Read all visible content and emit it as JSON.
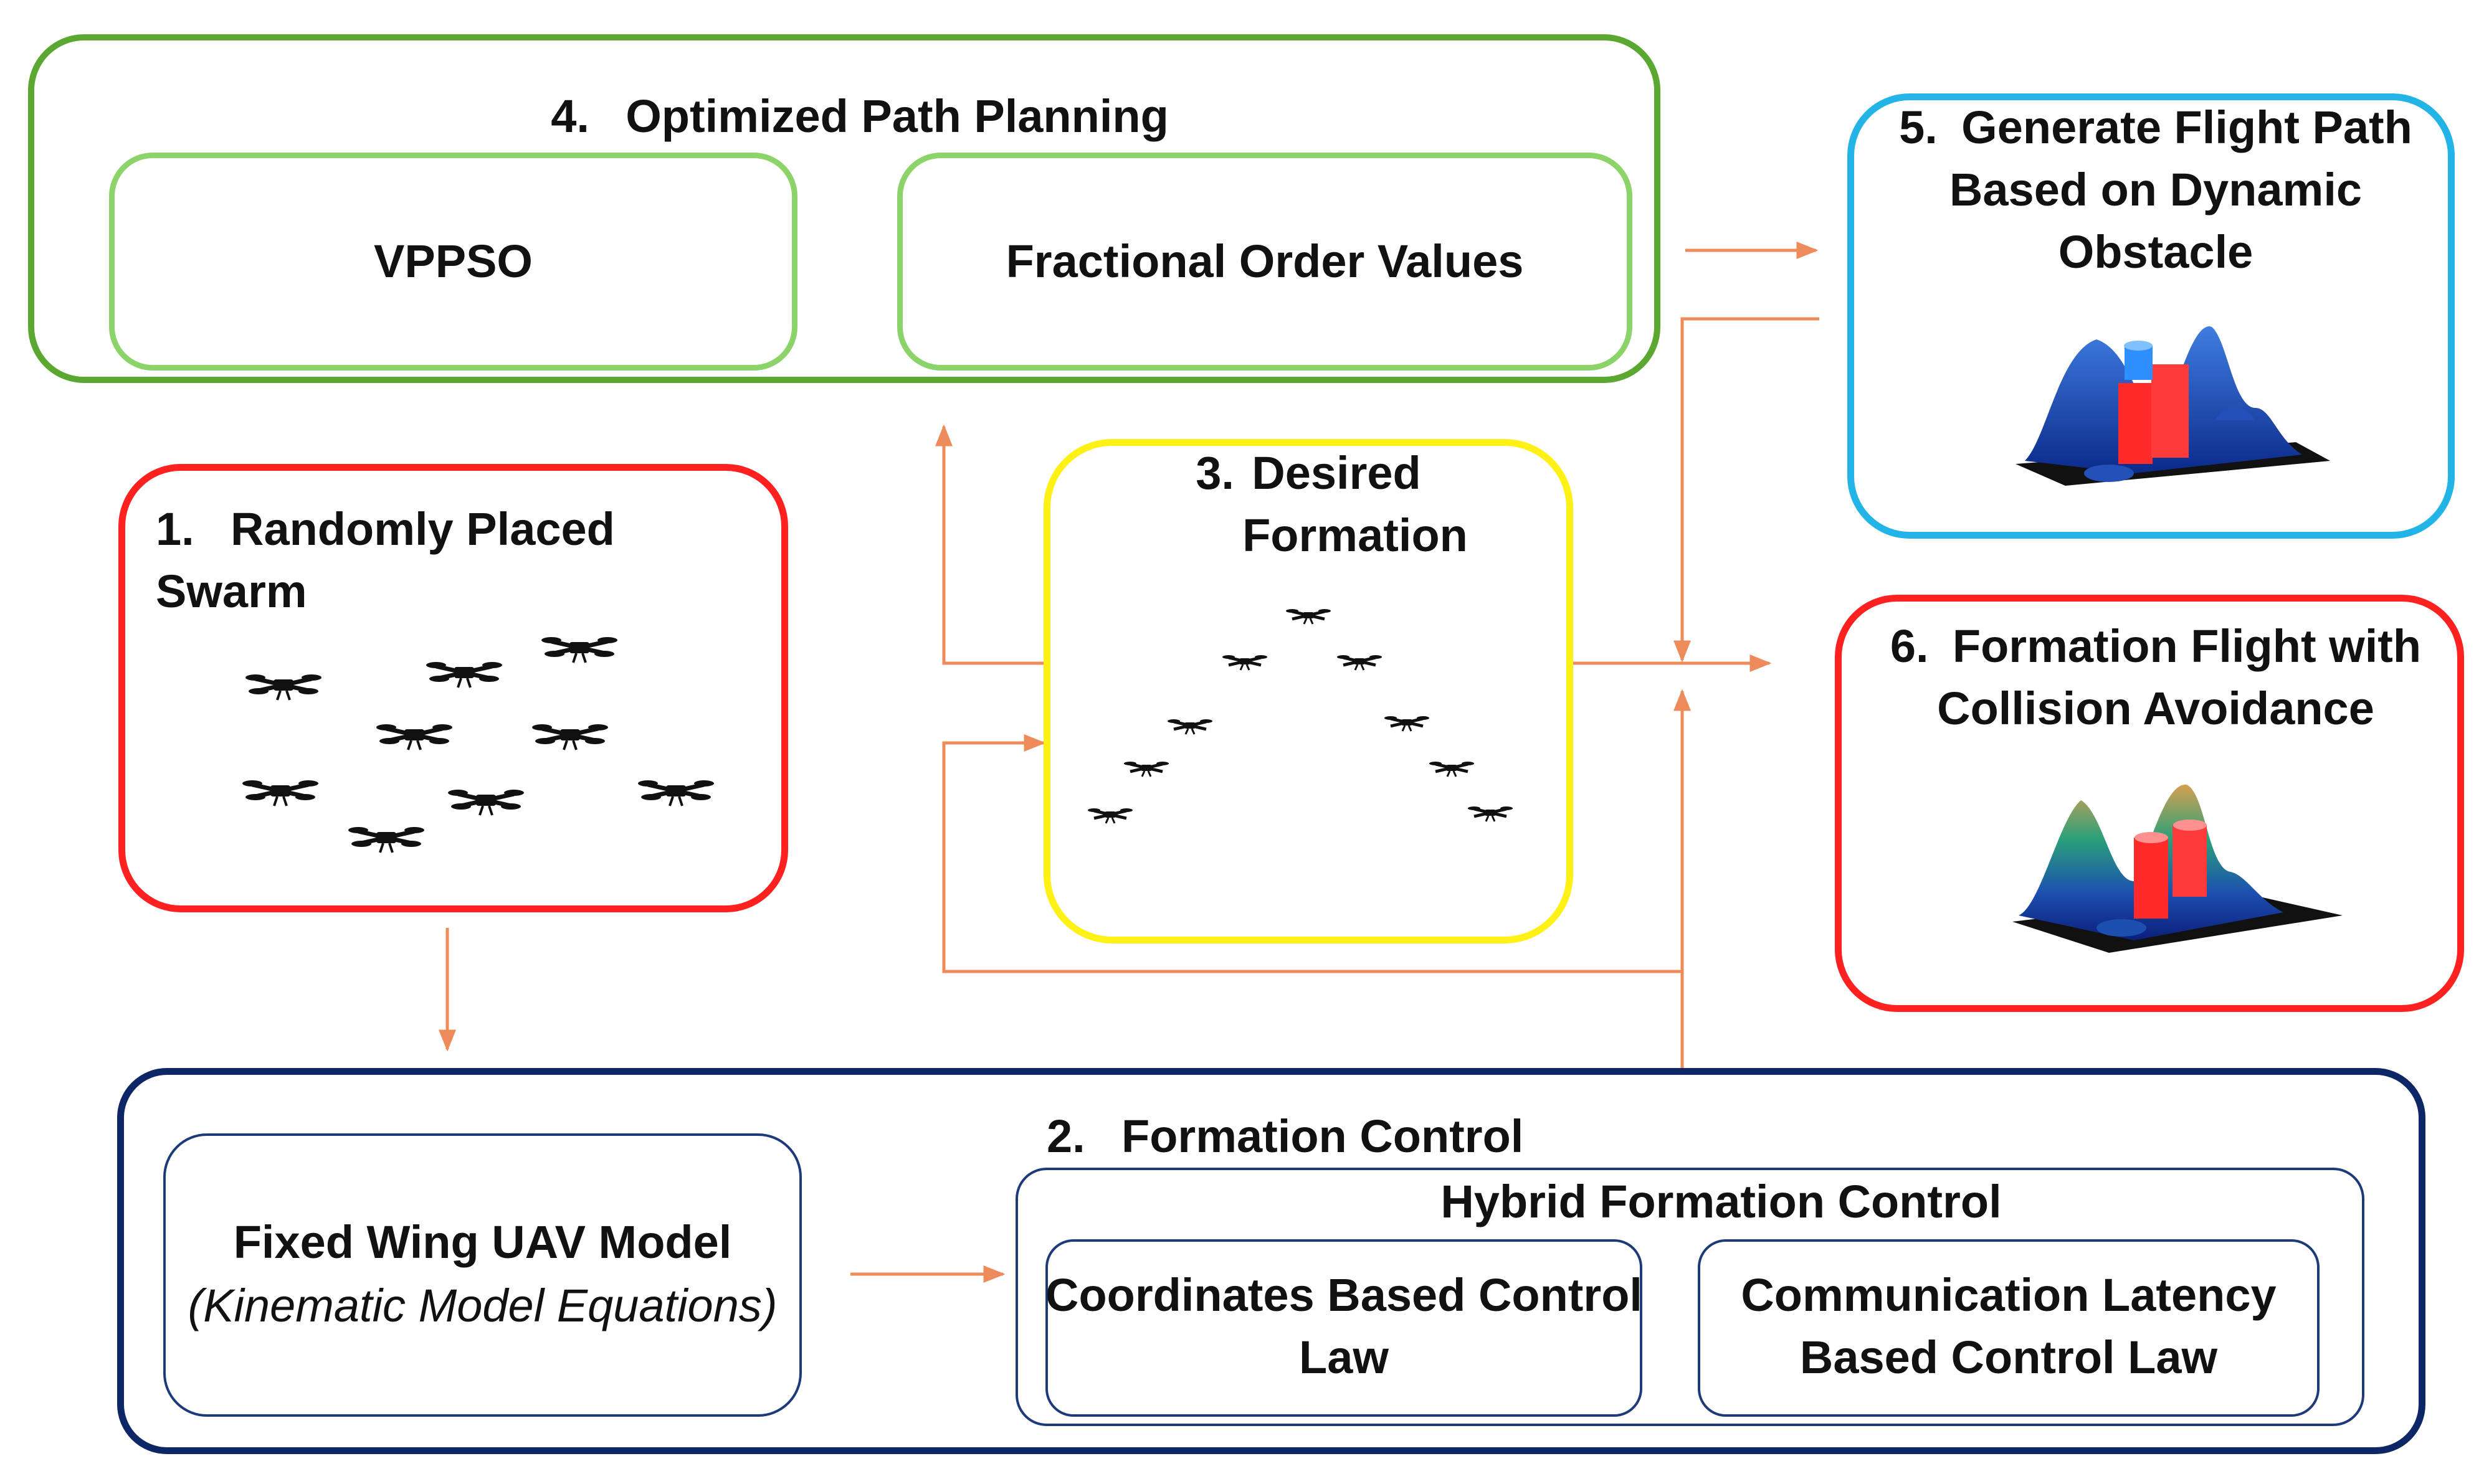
{
  "colors": {
    "green_outer": "#5aa832",
    "green_inner": "#8cd46a",
    "red": "#ff2020",
    "yellow": "#fff016",
    "cyan": "#22b4e6",
    "navy": "#0d2766",
    "navy_inner": "#1d3a7a",
    "arrow": "#ee8b5a"
  },
  "box4": {
    "num": "4.",
    "title": "Optimized Path Planning",
    "left": "VPPSO",
    "right": "Fractional Order Values"
  },
  "box5": {
    "num": "5.",
    "line1": "Generate Flight Path",
    "line2": "Based on Dynamic",
    "line3": "Obstacle"
  },
  "box1": {
    "num": "1.",
    "title": "Randomly Placed Swarm"
  },
  "box3": {
    "num": "3.",
    "line1": "Desired",
    "line2": "Formation"
  },
  "box6": {
    "num": "6.",
    "line1": "Formation Flight with",
    "line2": "Collision Avoidance"
  },
  "box2": {
    "num": "2.",
    "title": "Formation Control",
    "model_title": "Fixed Wing UAV Model",
    "model_sub": "(Kinematic Model Equations)",
    "hybrid_title": "Hybrid Formation Control",
    "law1_line1": "Coordinates Based Control",
    "law1_line2": "Law",
    "law2_line1": "Communication Latency",
    "law2_line2": "Based Control Law"
  },
  "icons": {
    "drone": "quadcopter-drone-icon",
    "terrain": "3d-terrain-obstacle-plot"
  }
}
